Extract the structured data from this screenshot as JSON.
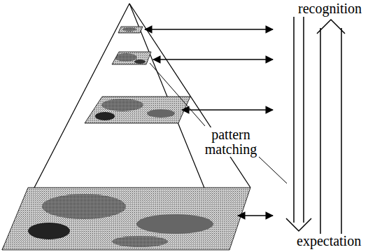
{
  "diagram": {
    "labels": [
      "recognition",
      "pattern matching",
      "expectation"
    ]
  }
}
